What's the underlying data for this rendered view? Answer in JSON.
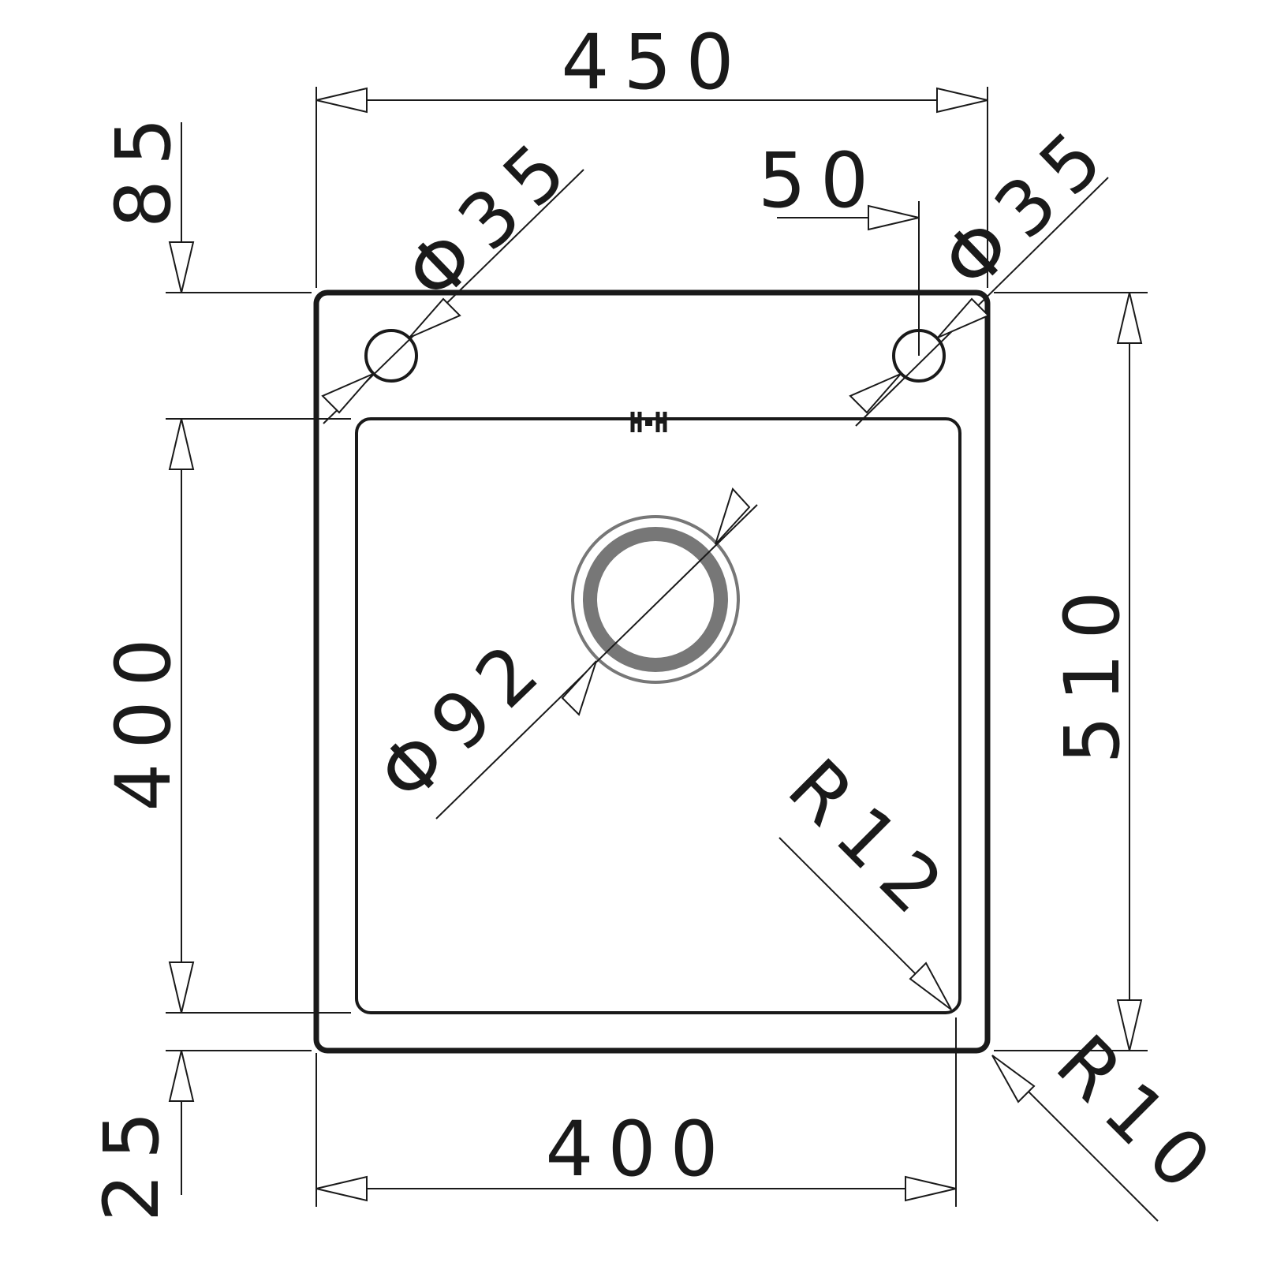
{
  "labels": {
    "overall_width": "450",
    "overall_depth": "510",
    "top_margin": "85",
    "bowl_depth": "400",
    "bottom_margin": "25",
    "bowl_width": "400",
    "tap_hole_left": "Φ35",
    "tap_hole_right": "Φ35",
    "hole_offset": "50",
    "drain": "Φ92",
    "bowl_radius": "R12",
    "outer_radius": "R10"
  },
  "colors": {
    "line": "#1a1a1a",
    "drain_ring": "#777777",
    "background": "#ffffff"
  }
}
